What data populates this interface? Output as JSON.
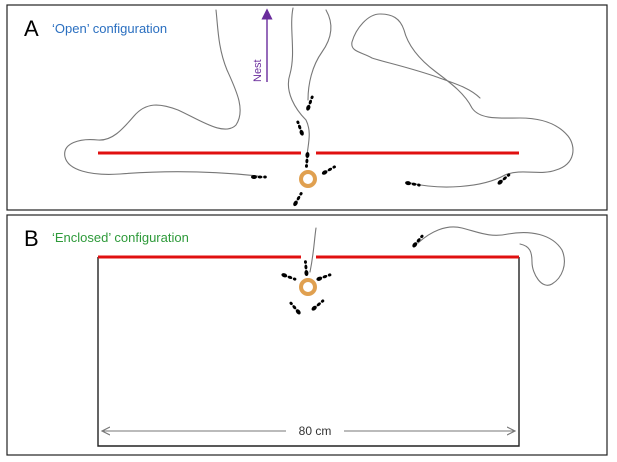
{
  "panel_a": {
    "letter": "A",
    "title": "‘Open’ configuration",
    "title_color": "#2a6fc0",
    "nest_label": "Nest",
    "nest_color": "#6a2c9c"
  },
  "panel_b": {
    "letter": "B",
    "title": "‘Enclosed’ configuration",
    "title_color": "#2e9a3a",
    "scale_label": "80 cm"
  },
  "colors": {
    "barrier": "#e01010",
    "feeder": "#e0a050",
    "trail": "#777777",
    "frame": "#222222"
  }
}
